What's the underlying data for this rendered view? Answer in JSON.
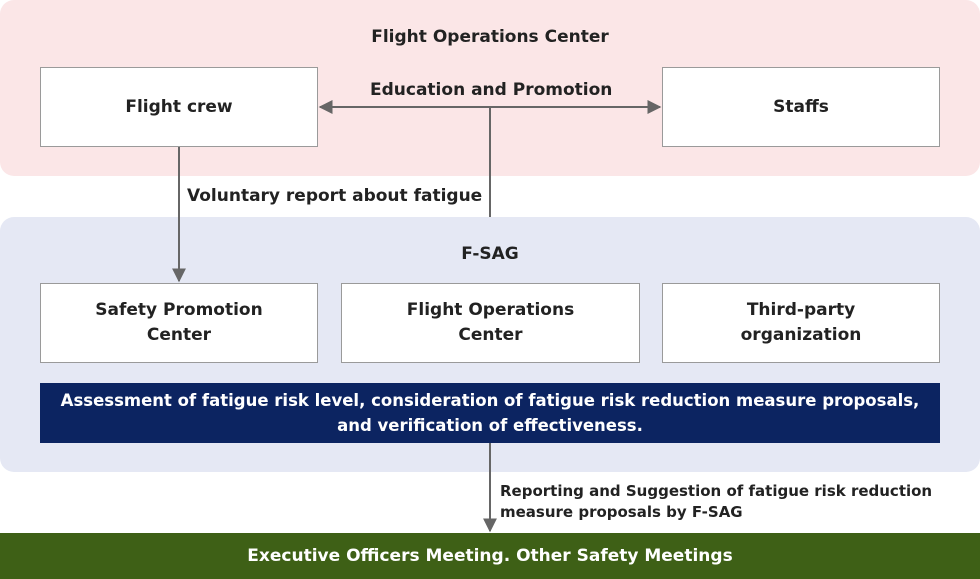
{
  "top": {
    "title": "Flight Operations Center",
    "flight_crew": "Flight crew",
    "staffs": "Staffs",
    "education_label": "Education and Promotion"
  },
  "voluntary_label": "Voluntary report about fatigue",
  "fsag": {
    "title": "F-SAG",
    "box1": "Safety Promotion\nCenter",
    "box2": "Flight Operations\nCenter",
    "box3": "Third-party\norganization",
    "assessment": "Assessment of fatigue risk level, consideration of fatigue risk reduction measure proposals,\nand verification of effectiveness."
  },
  "reporting_label": "Reporting and Suggestion of fatigue risk reduction\nmeasure proposals by F-SAG",
  "executive_bar": "Executive Officers Meeting. Other Safety Meetings",
  "colors": {
    "top_bg": "#fbe6e7",
    "mid_bg": "#e5e8f4",
    "assessment_bg": "#0c2461",
    "executive_bg": "#3e6016",
    "connector": "#666666"
  }
}
